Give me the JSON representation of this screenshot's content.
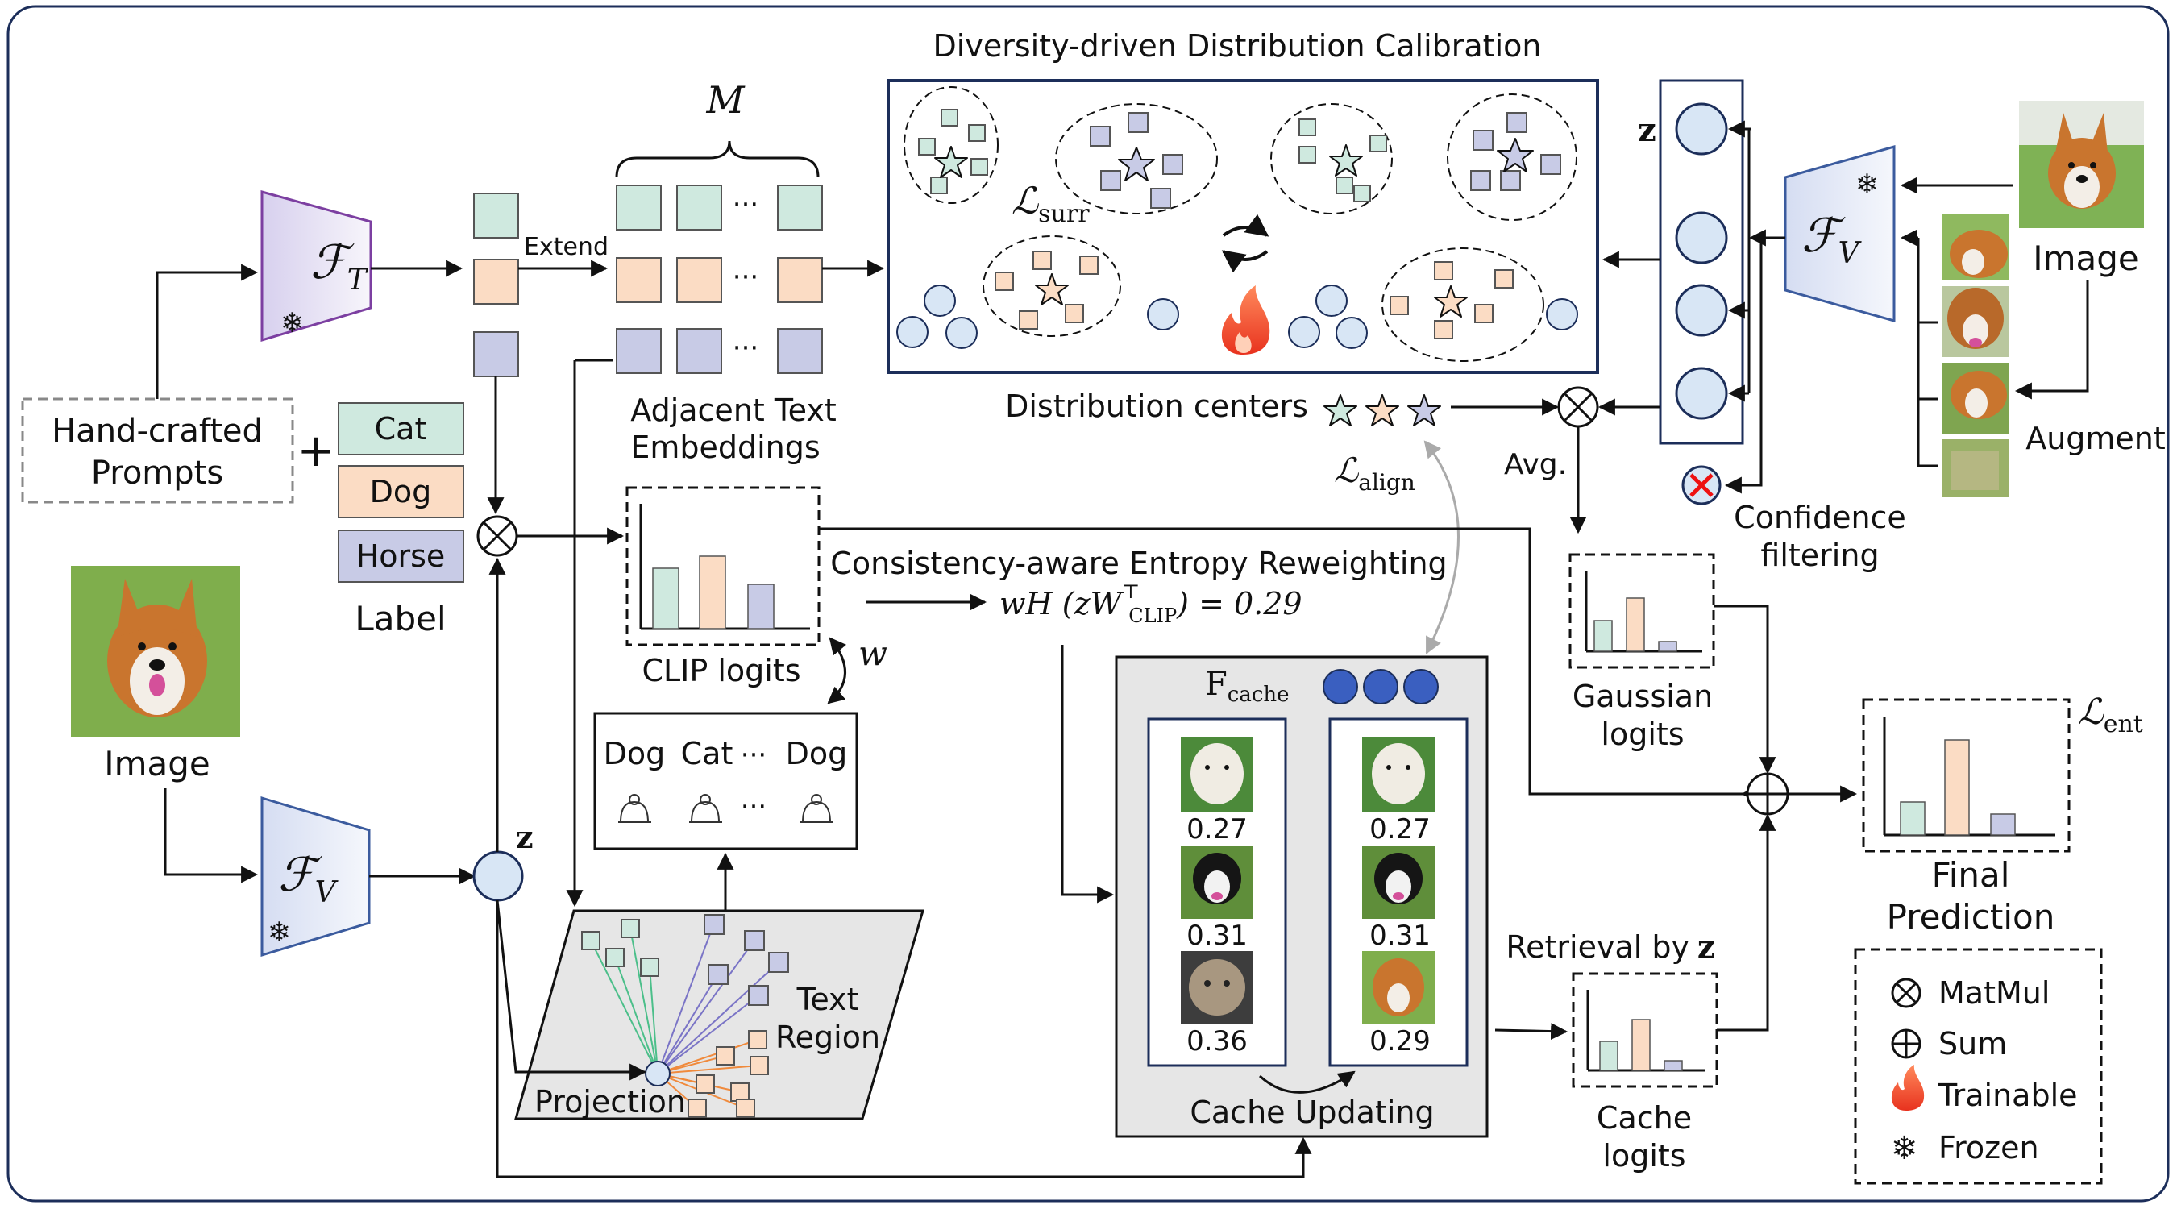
{
  "title": "Diversity-driven Distribution Calibration",
  "encoders": {
    "text_symbol": "ℱ",
    "text_sub": "T",
    "vision_symbol": "ℱ",
    "vision_sub": "V"
  },
  "inputs": {
    "prompts": [
      "Hand-crafted",
      "Prompts"
    ],
    "plus": "+",
    "labels": [
      "Cat",
      "Dog",
      "Horse"
    ],
    "label_caption": "Label",
    "image_caption": "Image",
    "image_caption_right": "Image",
    "augment": "Augment"
  },
  "text_embeddings": {
    "extend": "Extend",
    "m": "M",
    "dots": "···",
    "caption": [
      "Adjacent Text",
      "Embeddings"
    ]
  },
  "calibration": {
    "l_surr": "ℒ",
    "l_surr_sub": "surr",
    "z": "z",
    "centers": "Distribution centers",
    "l_align": "ℒ",
    "l_align_sub": "align",
    "avg": "Avg.",
    "confidence": [
      "Confidence",
      "filtering"
    ],
    "gaussian": [
      "Gaussian",
      "logits"
    ]
  },
  "entropy": {
    "title": "Consistency-aware Entropy Reweighting",
    "formula_lhs": "wH (zW",
    "formula_sup": "⊤",
    "formula_sub": "CLIP",
    "formula_rhs": ") = 0.29",
    "w": "w"
  },
  "clip": {
    "caption": "CLIP logits",
    "classes": [
      "Dog",
      "Cat",
      "···",
      "Dog"
    ],
    "dots": "···"
  },
  "projection": {
    "label": "Projection",
    "text_region": [
      "Text",
      "Region"
    ],
    "z": "z"
  },
  "cache": {
    "title": "F",
    "title_sub": "cache",
    "left_scores": [
      "0.27",
      "0.31",
      "0.36"
    ],
    "right_scores": [
      "0.27",
      "0.31",
      "0.29"
    ],
    "updating": "Cache Updating",
    "retrieval": "Retrieval by",
    "retrieval_z": "z",
    "logits": [
      "Cache",
      "logits"
    ]
  },
  "final": {
    "l_ent": "ℒ",
    "l_ent_sub": "ent",
    "caption": [
      "Final",
      "Prediction"
    ]
  },
  "legend": {
    "items": [
      "MatMul",
      "Sum",
      "Trainable",
      "Frozen"
    ]
  },
  "colors": {
    "green": "#cfe9df",
    "orange": "#fbdcc4",
    "purple": "#c8cbe6",
    "navy": "#1c2e5a",
    "circle": "#d8e6f5",
    "encoder": "#e9e4f5"
  }
}
